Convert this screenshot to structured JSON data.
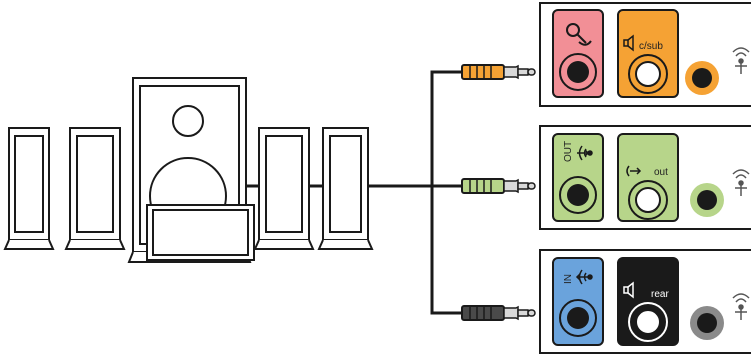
{
  "colors": {
    "outline": "#1a1a1a",
    "cable": "#1a1a1a",
    "mic_pink": "#f28f96",
    "orange": "#f5a234",
    "green": "#b7d58a",
    "blue": "#6aa3dc",
    "black": "#1a1a1a",
    "gray": "#8a8a8a"
  },
  "panels": [
    {
      "id": "panel-1",
      "plug_color": "orange",
      "jacks": [
        {
          "name": "mic-jack",
          "color": "mic_pink",
          "icon": "microphone-icon",
          "label": ""
        },
        {
          "name": "center-sub-jack",
          "color": "orange",
          "icon": "speaker-icon",
          "label": "c/sub"
        },
        {
          "name": "orange-jack",
          "color": "orange",
          "icon": "",
          "label": ""
        }
      ]
    },
    {
      "id": "panel-2",
      "plug_color": "green",
      "jacks": [
        {
          "name": "line-out-jack",
          "color": "green",
          "icon": "audio-out-icon",
          "label": "OUT"
        },
        {
          "name": "front-out-jack",
          "color": "green",
          "icon": "audio-out-icon",
          "label": "out"
        },
        {
          "name": "green-jack",
          "color": "green",
          "icon": "",
          "label": ""
        }
      ]
    },
    {
      "id": "panel-3",
      "plug_color": "black",
      "jacks": [
        {
          "name": "line-in-jack",
          "color": "blue",
          "icon": "audio-in-icon",
          "label": "IN"
        },
        {
          "name": "rear-jack",
          "color": "black",
          "icon": "speaker-icon",
          "label": "rear"
        },
        {
          "name": "gray-jack",
          "color": "gray",
          "icon": "",
          "label": ""
        }
      ]
    }
  ]
}
